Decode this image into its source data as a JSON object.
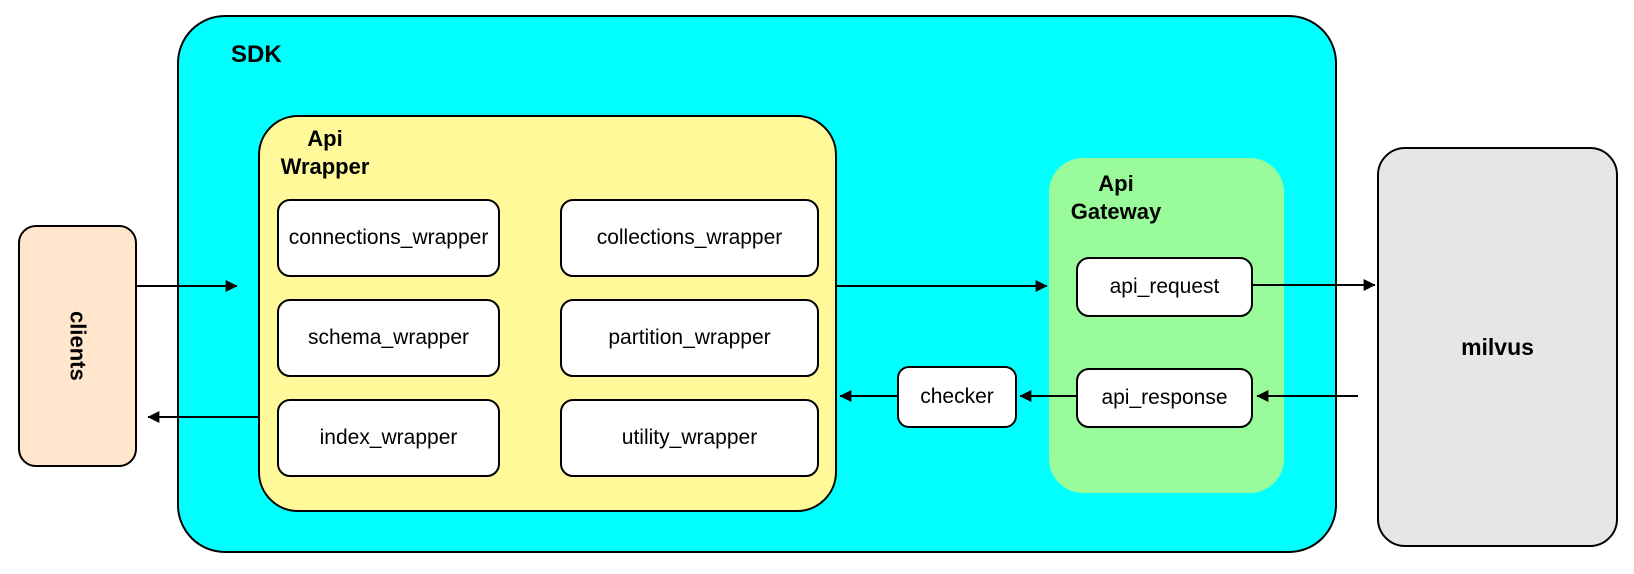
{
  "diagram": {
    "background": "#FFFFFF",
    "border_color": "#000000",
    "arrow_color": "#000000",
    "nodes": {
      "clients": {
        "label": "clients",
        "fill": "#FFE6CC",
        "text_orientation": "vertical"
      },
      "sdk": {
        "label": "SDK",
        "fill": "#00FFFF"
      },
      "api_wrapper": {
        "label_line1": "Api",
        "label_line2": "Wrapper",
        "fill": "#FFF999",
        "boxes": [
          "connections_wrapper",
          "collections_wrapper",
          "schema_wrapper",
          "partition_wrapper",
          "index_wrapper",
          "utility_wrapper"
        ]
      },
      "checker": {
        "label": "checker",
        "fill": "#FFFFFF"
      },
      "api_gateway": {
        "label_line1": "Api",
        "label_line2": "Gateway",
        "fill": "#99FB99",
        "boxes": [
          "api_request",
          "api_response"
        ]
      },
      "milvus": {
        "label": "milvus",
        "fill": "#E6E6E6"
      }
    },
    "connections": [
      {
        "from": "clients",
        "to": "api_wrapper",
        "direction": "right"
      },
      {
        "from": "api_wrapper",
        "to": "api_gateway",
        "direction": "right"
      },
      {
        "from": "api_request",
        "to": "milvus",
        "direction": "right"
      },
      {
        "from": "milvus",
        "to": "api_response",
        "direction": "left"
      },
      {
        "from": "api_response",
        "to": "checker",
        "direction": "left"
      },
      {
        "from": "checker",
        "to": "api_wrapper",
        "direction": "left"
      },
      {
        "from": "sdk",
        "to": "clients",
        "direction": "left"
      }
    ]
  }
}
